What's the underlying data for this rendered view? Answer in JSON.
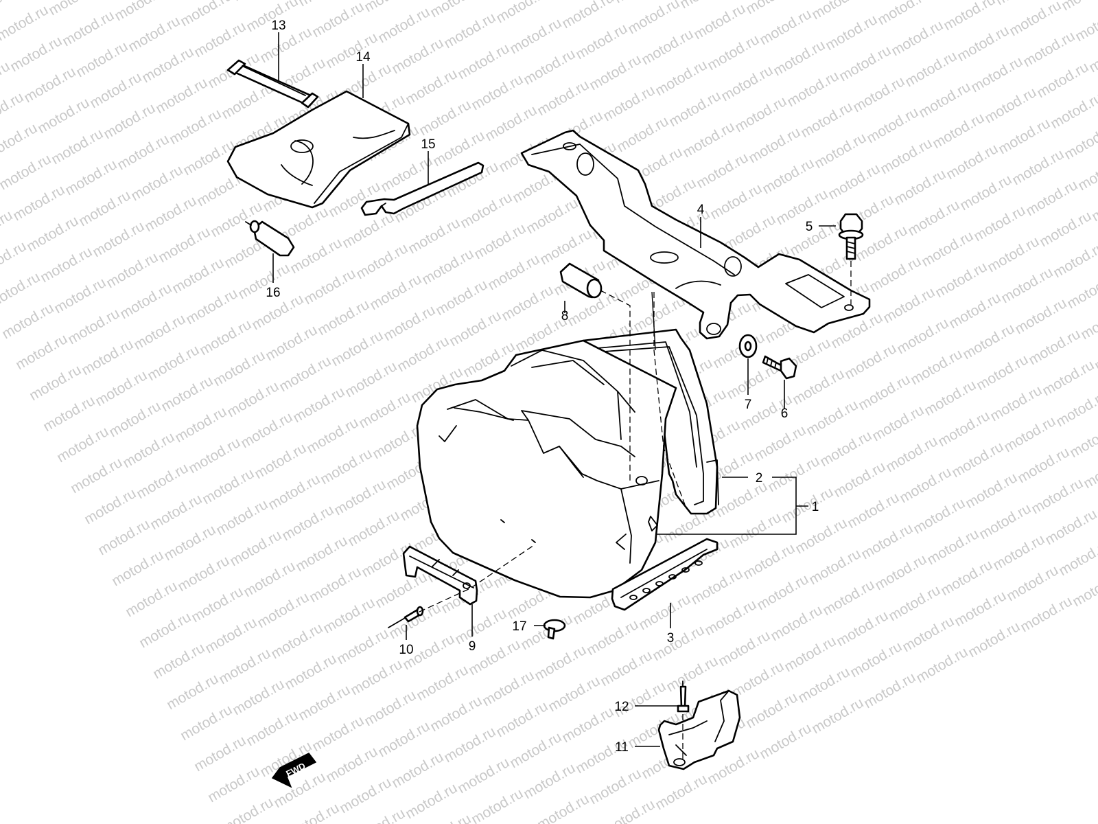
{
  "watermark": {
    "text": "motod.ru",
    "color": "#c9c9c9"
  },
  "direction_marker": {
    "label": "FWD",
    "icon": "forward-arrow-icon"
  },
  "callouts": [
    {
      "id": "c13",
      "label": "13"
    },
    {
      "id": "c14",
      "label": "14"
    },
    {
      "id": "c15",
      "label": "15"
    },
    {
      "id": "c16",
      "label": "16"
    },
    {
      "id": "c4",
      "label": "4"
    },
    {
      "id": "c5",
      "label": "5"
    },
    {
      "id": "c8",
      "label": "8"
    },
    {
      "id": "c7",
      "label": "7"
    },
    {
      "id": "c6",
      "label": "6"
    },
    {
      "id": "c2",
      "label": "2"
    },
    {
      "id": "c1",
      "label": "1"
    },
    {
      "id": "c3",
      "label": "3"
    },
    {
      "id": "c9",
      "label": "9"
    },
    {
      "id": "c10",
      "label": "10"
    },
    {
      "id": "c17",
      "label": "17"
    },
    {
      "id": "c12",
      "label": "12"
    },
    {
      "id": "c11",
      "label": "11"
    }
  ]
}
